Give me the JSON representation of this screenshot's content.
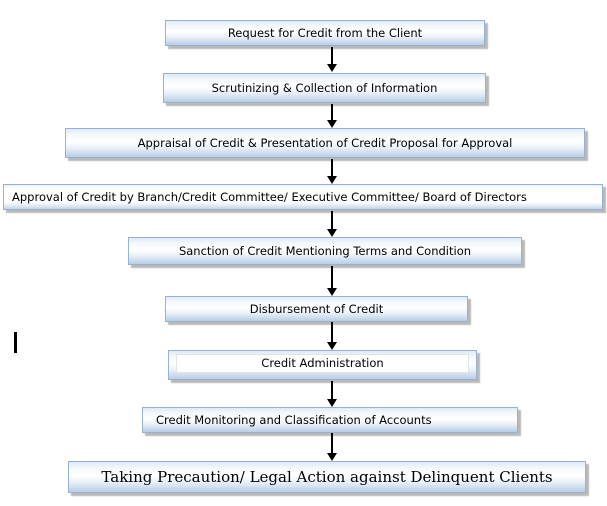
{
  "diagram": {
    "type": "flowchart",
    "description": "Vertical credit process flowchart with nine steps connected by downward arrows",
    "steps": [
      {
        "label": "Request for Credit from the Client"
      },
      {
        "label": "Scrutinizing & Collection of Information"
      },
      {
        "label": "Appraisal of Credit & Presentation of Credit Proposal for Approval"
      },
      {
        "label": "Approval of Credit by Branch/Credit Committee/ Executive Committee/ Board of Directors"
      },
      {
        "label": "Sanction of Credit Mentioning Terms and Condition"
      },
      {
        "label": "Disbursement of Credit"
      },
      {
        "label": "Credit Administration"
      },
      {
        "label": "Credit Monitoring and Classification of Accounts"
      },
      {
        "label": "Taking Precaution/ Legal Action against Delinquent Clients"
      }
    ],
    "colors": {
      "box_border": "#97b1d3",
      "box_gradient_top": "#dfe9f5",
      "box_gradient_middle": "#ffffff",
      "box_gradient_bottom": "#b9cde5",
      "box_shadow": "#808080",
      "arrow": "#000000",
      "text": "#000000",
      "background": "#ffffff"
    }
  }
}
